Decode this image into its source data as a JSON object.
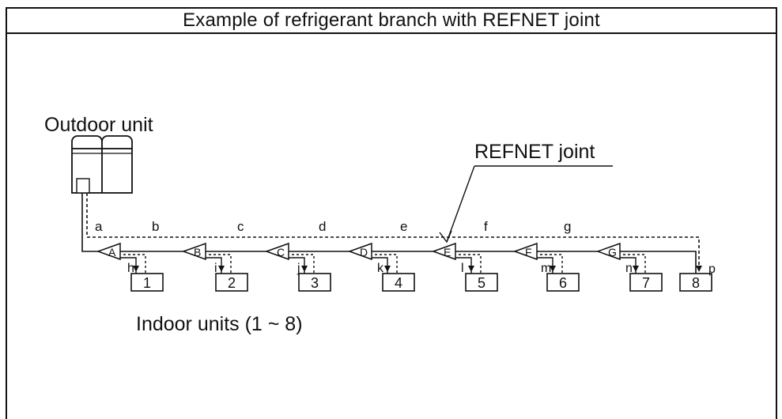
{
  "title": "Example of refrigerant branch with REFNET joint",
  "outdoor_label": "Outdoor unit",
  "refnet_label": "REFNET joint",
  "indoor_label": "Indoor units (1 ~ 8)",
  "segment_labels": [
    "a",
    "b",
    "c",
    "d",
    "e",
    "f",
    "g"
  ],
  "joint_labels": [
    "A",
    "B",
    "C",
    "D",
    "E",
    "F",
    "G"
  ],
  "branch_labels": [
    "h",
    "i",
    "j",
    "k",
    "l",
    "m",
    "n",
    "p"
  ],
  "indoor_units": [
    "1",
    "2",
    "3",
    "4",
    "5",
    "6",
    "7",
    "8"
  ]
}
